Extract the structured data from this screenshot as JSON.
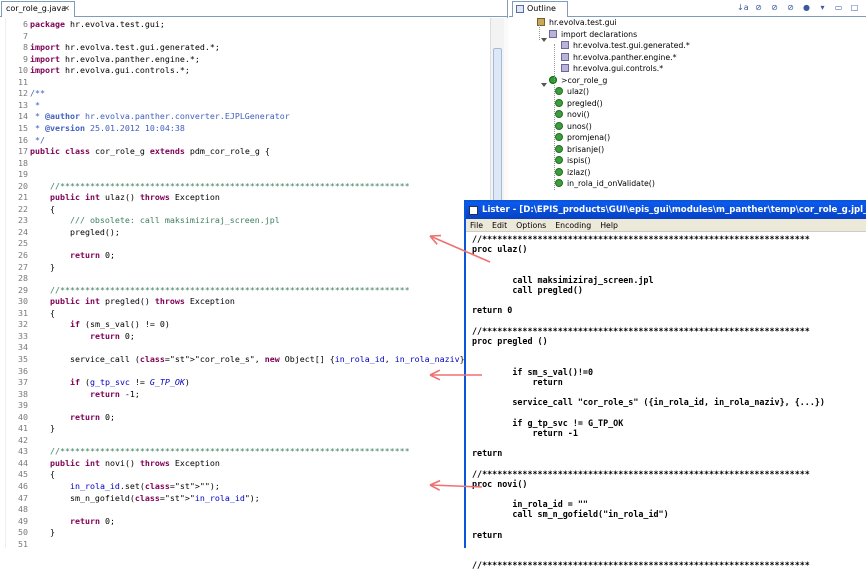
{
  "editor": {
    "tab_title": "cor_role_g.java",
    "tab_close": "✕",
    "lines": [
      {
        "n": "6",
        "t": "package hr.evolva.test.gui;"
      },
      {
        "n": "7",
        "t": ""
      },
      {
        "n": "8",
        "t": "import hr.evolva.test.gui.generated.*;"
      },
      {
        "n": "9",
        "t": "import hr.evolva.panther.engine.*;"
      },
      {
        "n": "10",
        "t": "import hr.evolva.gui.controls.*;"
      },
      {
        "n": "11",
        "t": ""
      },
      {
        "n": "12",
        "t": "/**"
      },
      {
        "n": "13",
        "t": " *"
      },
      {
        "n": "14",
        "t": " * @author hr.evolva.panther.converter.EJPLGenerator"
      },
      {
        "n": "15",
        "t": " * @version 25.01.2012 10:04:38"
      },
      {
        "n": "16",
        "t": " */"
      },
      {
        "n": "17",
        "t": "public class cor_role_g extends pdm_cor_role_g {"
      },
      {
        "n": "18",
        "t": ""
      },
      {
        "n": "19",
        "t": ""
      },
      {
        "n": "20",
        "t": "    //**********************************************************************"
      },
      {
        "n": "21",
        "t": "    public int ulaz() throws Exception"
      },
      {
        "n": "22",
        "t": "    {"
      },
      {
        "n": "23",
        "t": "        /// obsolete: call maksimiziraj_screen.jpl"
      },
      {
        "n": "24",
        "t": "        pregled();"
      },
      {
        "n": "25",
        "t": ""
      },
      {
        "n": "26",
        "t": "        return 0;"
      },
      {
        "n": "27",
        "t": "    }"
      },
      {
        "n": "28",
        "t": ""
      },
      {
        "n": "29",
        "t": "    //**********************************************************************"
      },
      {
        "n": "30",
        "t": "    public int pregled() throws Exception"
      },
      {
        "n": "31",
        "t": "    {"
      },
      {
        "n": "32",
        "t": "        if (sm_s_val() != 0)"
      },
      {
        "n": "33",
        "t": "            return 0;"
      },
      {
        "n": "34",
        "t": ""
      },
      {
        "n": "35",
        "t": "        service_call (\"cor_role_s\", new Object[] {in_rola_id, in_rola_naziv}, nu"
      },
      {
        "n": "36",
        "t": ""
      },
      {
        "n": "37",
        "t": "        if (g_tp_svc != G_TP_OK)"
      },
      {
        "n": "38",
        "t": "            return -1;"
      },
      {
        "n": "39",
        "t": ""
      },
      {
        "n": "40",
        "t": "        return 0;"
      },
      {
        "n": "41",
        "t": "    }"
      },
      {
        "n": "42",
        "t": ""
      },
      {
        "n": "43",
        "t": "    //**********************************************************************"
      },
      {
        "n": "44",
        "t": "    public int novi() throws Exception"
      },
      {
        "n": "45",
        "t": "    {"
      },
      {
        "n": "46",
        "t": "        in_rola_id.set(\"\");"
      },
      {
        "n": "47",
        "t": "        sm_n_gofield(\"in_rola_id\");"
      },
      {
        "n": "48",
        "t": ""
      },
      {
        "n": "49",
        "t": "        return 0;"
      },
      {
        "n": "50",
        "t": "    }"
      },
      {
        "n": "51",
        "t": ""
      }
    ]
  },
  "outline": {
    "tab_title": "Outline",
    "toolbar_icons": [
      "sort-icon",
      "hide-fields-icon",
      "hide-static-icon",
      "hide-nonpublic-icon",
      "hide-local-types-icon",
      "view-menu-icon",
      "minimize-icon",
      "maximize-icon"
    ],
    "toolbar_glyphs": [
      "↓a",
      "⊘",
      "⊘",
      "⊘",
      "●",
      "▾",
      "▭",
      "□"
    ],
    "items": [
      {
        "label": "hr.evolva.test.gui",
        "kind": "pkg"
      },
      {
        "label": "import declarations",
        "kind": "imp"
      },
      {
        "label": "hr.evolva.test.gui.generated.*",
        "kind": "imp"
      },
      {
        "label": "hr.evolva.panther.engine.*",
        "kind": "imp"
      },
      {
        "label": "hr.evolva.gui.controls.*",
        "kind": "imp"
      },
      {
        "label": ">cor_role_g",
        "kind": "cls"
      },
      {
        "label": "ulaz()",
        "kind": "m"
      },
      {
        "label": "pregled()",
        "kind": "m"
      },
      {
        "label": "novi()",
        "kind": "m"
      },
      {
        "label": "unos()",
        "kind": "m"
      },
      {
        "label": "promjena()",
        "kind": "m"
      },
      {
        "label": "brisanje()",
        "kind": "m"
      },
      {
        "label": "ispis()",
        "kind": "m"
      },
      {
        "label": "izlaz()",
        "kind": "m"
      },
      {
        "label": "in_rola_id_onValidate()",
        "kind": "m"
      }
    ]
  },
  "lister": {
    "title": "Lister - [D:\\EPIS_products\\GUI\\epis_gui\\modules\\m_panther\\temp\\cor_role_g.jpl_clean]",
    "menu": [
      "File",
      "Edit",
      "Options",
      "Encoding",
      "Help"
    ],
    "lines": [
      "//*****************************************************************",
      "proc ulaz()",
      "",
      "",
      "        call maksimiziraj_screen.jpl",
      "        call pregled()",
      "",
      "return 0",
      "",
      "//*****************************************************************",
      "proc pregled ()",
      "",
      "",
      "        if sm_s_val()!=0",
      "            return",
      "",
      "        service_call \"cor_role_s\" ({in_rola_id, in_rola_naziv}, {...})",
      "",
      "        if g_tp_svc != G_TP_OK",
      "            return -1",
      "",
      "return",
      "",
      "//*****************************************************************",
      "proc novi()",
      "",
      "        in_rola_id = \"\"",
      "        call sm_n_gofield(\"in_rola_id\")",
      "",
      "return",
      "",
      "",
      "//*****************************************************************"
    ]
  },
  "colors": {
    "arrow": "#f07070",
    "keyword": "#7f0055",
    "comment": "#3f7f5f",
    "javadoc": "#3f5fbf",
    "string": "#2a00ff",
    "titlebar": "#0a5bf0"
  }
}
